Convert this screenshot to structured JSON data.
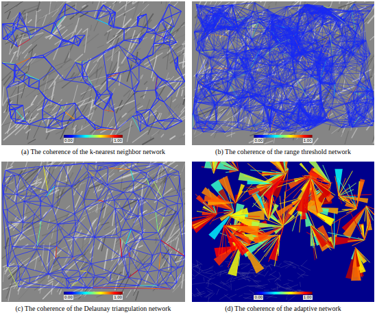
{
  "diagram": {
    "labels": [
      "0.00",
      "1.00",
      "(a) The coherence of the k-nearest neighbor network",
      "0.00",
      "1.00",
      "(b) The coherence of the range threshold network",
      "0.00",
      "1.00",
      "(c) The coherence of the Delaunay triangulation network",
      "0.00",
      "1.00",
      "(d) The coherence of the adaptive network"
    ]
  }
}
